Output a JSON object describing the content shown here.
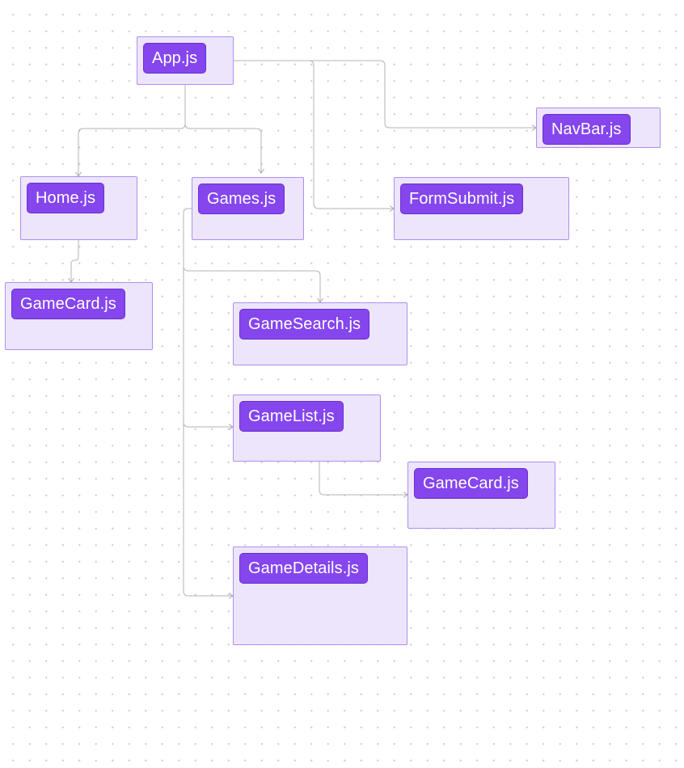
{
  "diagram": {
    "nodes": [
      {
        "id": "app",
        "label": "App.js"
      },
      {
        "id": "navbar",
        "label": "NavBar.js"
      },
      {
        "id": "home",
        "label": "Home.js"
      },
      {
        "id": "games",
        "label": "Games.js"
      },
      {
        "id": "formsubmit",
        "label": "FormSubmit.js"
      },
      {
        "id": "gamecard_home",
        "label": "GameCard.js"
      },
      {
        "id": "gamesearch",
        "label": "GameSearch.js"
      },
      {
        "id": "gamelist",
        "label": "GameList.js"
      },
      {
        "id": "gamecard_list",
        "label": "GameCard.js"
      },
      {
        "id": "gamedetails",
        "label": "GameDetails.js"
      }
    ],
    "edges": [
      {
        "from": "app",
        "to": "navbar"
      },
      {
        "from": "app",
        "to": "formsubmit"
      },
      {
        "from": "app",
        "to": "home"
      },
      {
        "from": "app",
        "to": "games"
      },
      {
        "from": "home",
        "to": "gamecard_home"
      },
      {
        "from": "games",
        "to": "gamesearch"
      },
      {
        "from": "games",
        "to": "gamelist"
      },
      {
        "from": "games",
        "to": "gamedetails"
      },
      {
        "from": "gamelist",
        "to": "gamecard_list"
      }
    ]
  }
}
